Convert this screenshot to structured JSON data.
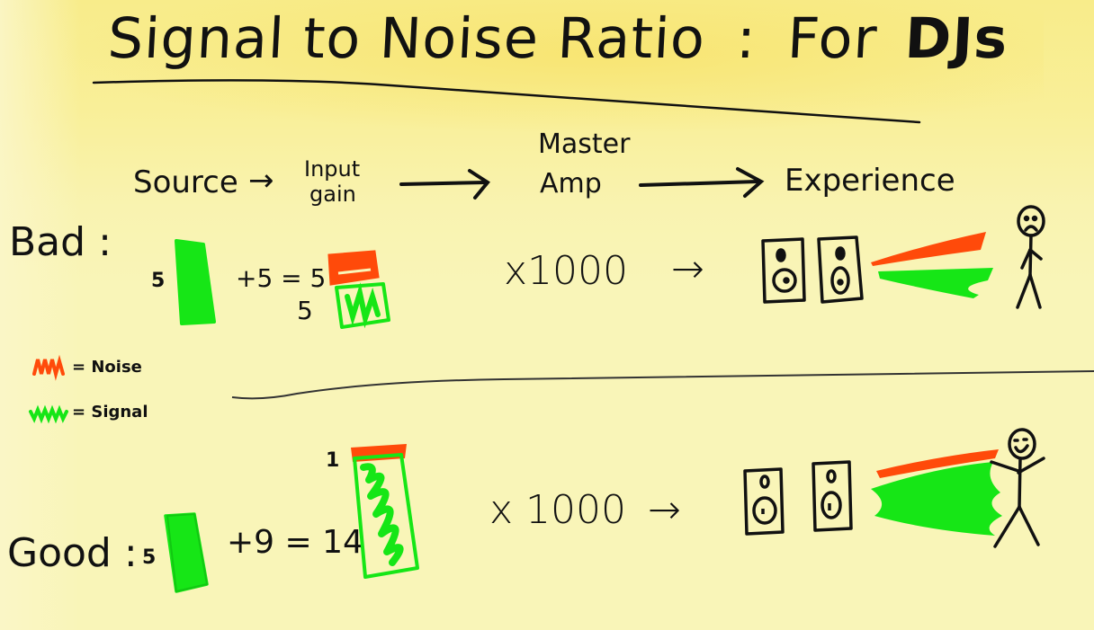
{
  "title": {
    "main": "Signal to Noise Ratio",
    "separator": ":",
    "suffix_plain": "For",
    "suffix_bold": "DJs"
  },
  "pipeline": {
    "stages": [
      {
        "label": "Source"
      },
      {
        "label_line1": "Input",
        "label_line2": "gain"
      },
      {
        "label_line1": "Master",
        "label_line2": "Amp"
      },
      {
        "label": "Experience"
      }
    ],
    "arrow": "→"
  },
  "rows": {
    "bad": {
      "label": "Bad :",
      "source_value": "5",
      "equation": "+5 = 5",
      "result_noise": "5",
      "result_signal": "5",
      "multiplier": "x1000",
      "arrow": "→",
      "listener_mood": "sad"
    },
    "good": {
      "label": "Good :",
      "source_value": "5",
      "equation": "+9 = 14",
      "result_noise": "1",
      "result_signal": "14",
      "multiplier": "x 1000",
      "arrow": "→",
      "listener_mood": "happy"
    }
  },
  "legend": {
    "items": [
      {
        "label": "= Noise",
        "color": "#ff4a0a"
      },
      {
        "label": "= Signal",
        "color": "#16e616"
      }
    ]
  },
  "colors": {
    "noise": "#ff4a0a",
    "signal": "#16e616",
    "ink": "#111111",
    "paper": "#f9f5b8",
    "highlight": "#f8e67e"
  }
}
